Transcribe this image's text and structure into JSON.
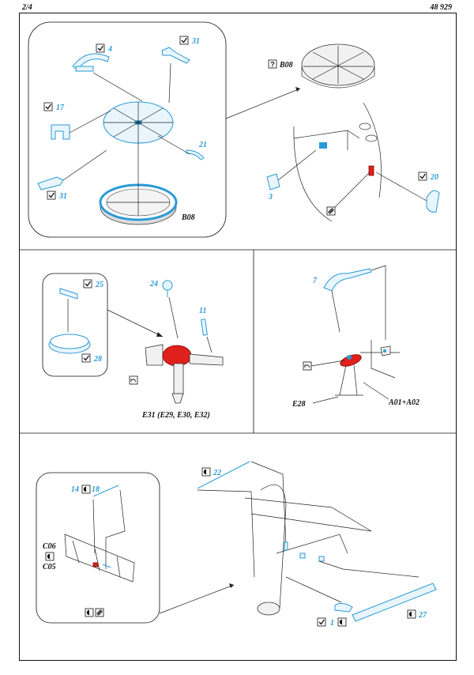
{
  "header": {
    "page": "2/4",
    "code": "48 929"
  },
  "colors": {
    "etch_blue": "#2a9ad6",
    "paint_red": "#e0201b",
    "line": "#222222"
  },
  "icons": {
    "check": "check-icon",
    "fold": "fold-icon",
    "paint": "paint-icon",
    "bend": "bend-icon",
    "question": "question-icon"
  },
  "panel1": {
    "labels": {
      "p4": "4",
      "p31a": "31",
      "p17": "17",
      "p21": "21",
      "p31b": "31",
      "b08": "B08"
    },
    "right": {
      "b08": "B08",
      "p3": "3",
      "p20": "20"
    }
  },
  "panel2": {
    "labels": {
      "p25": "25",
      "p28": "28",
      "p24": "24",
      "p11": "11",
      "e31": "E31 (E29, E30, E32)"
    }
  },
  "panel3": {
    "labels": {
      "p7": "7",
      "e28": "E28",
      "a01": "A01+A02"
    }
  },
  "panel4": {
    "labels": {
      "p14": "14",
      "p18": "18",
      "c06": "C06",
      "c05": "C05",
      "p22": "22",
      "p1": "1",
      "p27": "27"
    }
  }
}
